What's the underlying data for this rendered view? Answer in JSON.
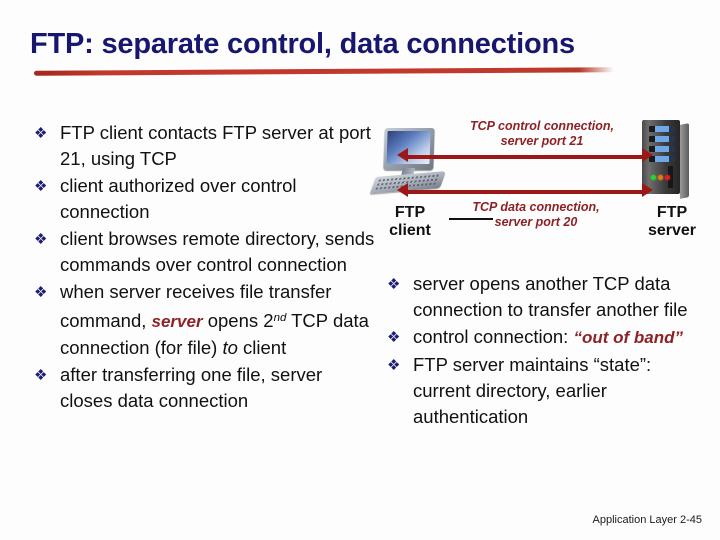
{
  "slide": {
    "title": "FTP: separate control, data connections",
    "footer": "Application Layer 2-45"
  },
  "left_bullets": [
    {
      "parts": [
        {
          "text": "FTP client contacts FTP server at port 21, using TCP",
          "style": "normal"
        }
      ]
    },
    {
      "parts": [
        {
          "text": "client authorized over control connection",
          "style": "normal"
        }
      ]
    },
    {
      "parts": [
        {
          "text": "client browses remote directory, sends commands over control connection",
          "style": "normal"
        }
      ]
    },
    {
      "parts": [
        {
          "text": "when server receives file transfer command, ",
          "style": "normal"
        },
        {
          "text": "server",
          "style": "italic-red"
        },
        {
          "text": " opens 2",
          "style": "normal"
        },
        {
          "text": "nd",
          "style": "superscript"
        },
        {
          "text": " TCP data connection (for file) ",
          "style": "normal"
        },
        {
          "text": "to",
          "style": "italic"
        },
        {
          "text": " client",
          "style": "normal"
        }
      ]
    },
    {
      "parts": [
        {
          "text": "after transferring one file, server closes data connection",
          "style": "normal"
        }
      ]
    }
  ],
  "right_bullets": [
    {
      "parts": [
        {
          "text": "server opens another TCP data connection to transfer another file",
          "style": "normal"
        }
      ]
    },
    {
      "parts": [
        {
          "text": "control connection: ",
          "style": "normal"
        },
        {
          "text": "“out of band”",
          "style": "italic-red"
        }
      ]
    },
    {
      "parts": [
        {
          "text": "FTP server maintains “state”: current directory, earlier authentication",
          "style": "normal"
        }
      ]
    }
  ],
  "diagram": {
    "client_label": "FTP\nclient",
    "client_label_line1": "FTP",
    "client_label_line2": "client",
    "server_label_line1": "FTP",
    "server_label_line2": "server",
    "control_label_line1": "TCP control connection,",
    "control_label_line2": "server port 21",
    "data_label_line1": "TCP data connection,",
    "data_label_line2": "server port 20",
    "client_icon": "desktop-computer-icon",
    "server_icon": "server-tower-icon",
    "arrow_control": "bidirectional-arrow",
    "arrow_data": "bidirectional-arrow"
  },
  "bullet_glyph": "❖",
  "colors": {
    "title": "#171770",
    "underline": "#c0392b",
    "bullet": "#1d1d72",
    "emphasis_red": "#8d2226",
    "arrow": "#9e1616",
    "text": "#111111",
    "background": "#fdfdfd"
  }
}
